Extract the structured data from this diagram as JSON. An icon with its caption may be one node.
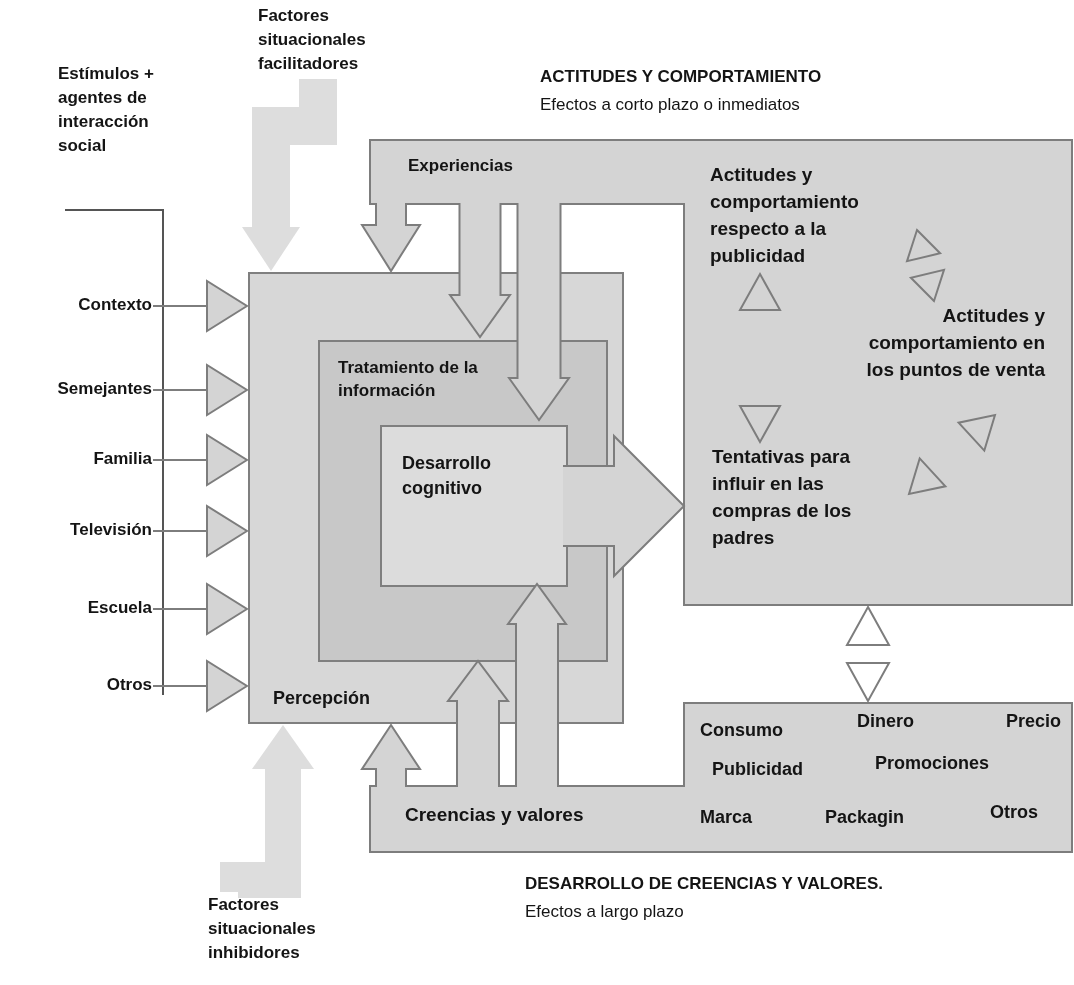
{
  "diagram": {
    "nodes": [
      {
        "text": [
          "Estímulos + agentes de interacción social"
        ]
      },
      {
        "text": [
          "Contexto"
        ]
      },
      {
        "text": [
          "Semejantes"
        ]
      },
      {
        "text": [
          "Familia"
        ]
      },
      {
        "text": [
          "Televisión"
        ]
      },
      {
        "text": [
          "Escuela"
        ]
      },
      {
        "text": [
          "Otros"
        ]
      },
      {
        "text": [
          "Factores situacionales facilitadores"
        ]
      },
      {
        "text": [
          "Percepción"
        ]
      },
      {
        "text": [
          "Tratamiento de la información"
        ],
        "in": 8
      },
      {
        "text": [
          "Desarrollo cognitivo"
        ],
        "in": 9
      },
      {
        "text": [
          "ACTITUDES Y COMPORTAMIENTO",
          "Efectos a corto plazo o inmediatos",
          "Experiencias"
        ]
      },
      {
        "text": [
          "Actitudes y comportamiento respecto a la publicidad"
        ],
        "in": 11
      },
      {
        "text": [
          "Actitudes y comportamiento en los puntos de venta"
        ],
        "in": 11
      },
      {
        "text": [
          "Tentativas para influir en las compras de los padres"
        ],
        "in": 11
      },
      {
        "text": [
          "Creencias y valores",
          "Consumo",
          "Dinero",
          "Precio",
          "Publicidad",
          "Promociones",
          "Marca",
          "Packagin",
          "Otros",
          "DESARROLLO DE CREENCIAS Y VALORES.",
          "Efectos a largo plazo"
        ]
      },
      {
        "text": [
          "Factores situacionales inhibidores"
        ]
      }
    ],
    "edges": [
      {
        "from": 1,
        "to": 8,
        "arrow": "to"
      },
      {
        "from": 2,
        "to": 8,
        "arrow": "to"
      },
      {
        "from": 3,
        "to": 8,
        "arrow": "to"
      },
      {
        "from": 4,
        "to": 8,
        "arrow": "to"
      },
      {
        "from": 5,
        "to": 8,
        "arrow": "to"
      },
      {
        "from": 6,
        "to": 8,
        "arrow": "to"
      },
      {
        "from": 7,
        "to": 8,
        "arrow": "to",
        "style": "thick",
        "color": "#dddddd"
      },
      {
        "from": 16,
        "to": 8,
        "arrow": "to",
        "style": "thick",
        "color": "#dddddd"
      },
      {
        "from": 11,
        "to": 8,
        "arrow": "to"
      },
      {
        "from": 11,
        "to": 9,
        "arrow": "to"
      },
      {
        "from": 11,
        "to": 10,
        "arrow": "to"
      },
      {
        "from": 10,
        "to": 11,
        "arrow": "to"
      },
      {
        "from": 15,
        "to": 8,
        "arrow": "to"
      },
      {
        "from": 15,
        "to": 9,
        "arrow": "to"
      },
      {
        "from": 15,
        "to": 10,
        "arrow": "to"
      },
      {
        "from": 11,
        "to": 15,
        "arrow": "both"
      },
      {
        "from": 12,
        "to": 13,
        "arrow": "both"
      },
      {
        "from": 12,
        "to": 14,
        "arrow": "both"
      },
      {
        "from": 13,
        "to": 14,
        "arrow": "both"
      }
    ]
  }
}
